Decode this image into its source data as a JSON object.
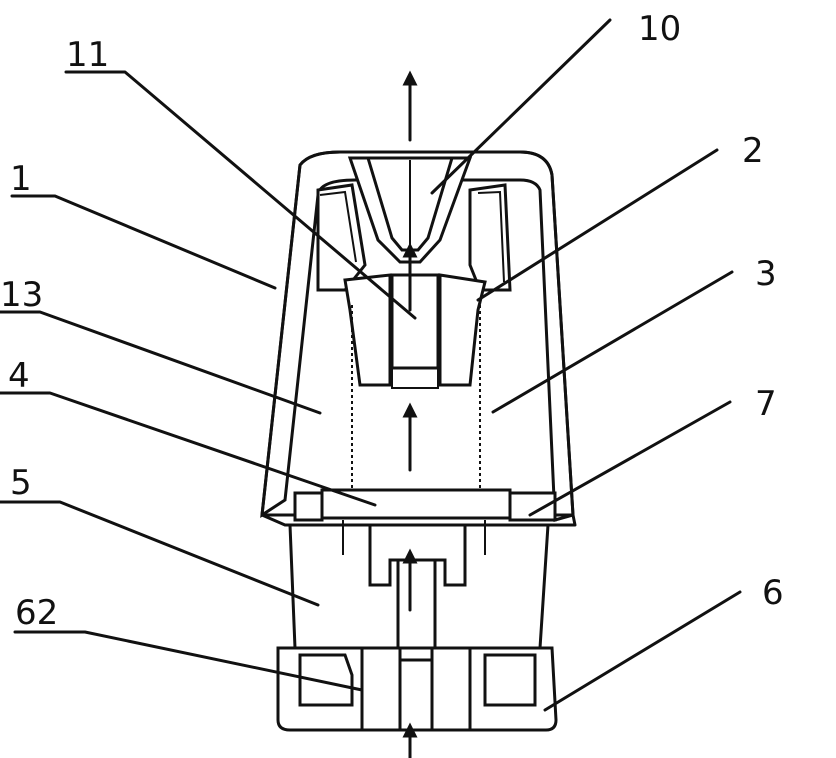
{
  "labels": {
    "l10": "10",
    "l11": "11",
    "l2": "2",
    "l1": "1",
    "l3": "3",
    "l13": "13",
    "l4": "4",
    "l7": "7",
    "l5": "5",
    "l6": "6",
    "l62": "62"
  }
}
